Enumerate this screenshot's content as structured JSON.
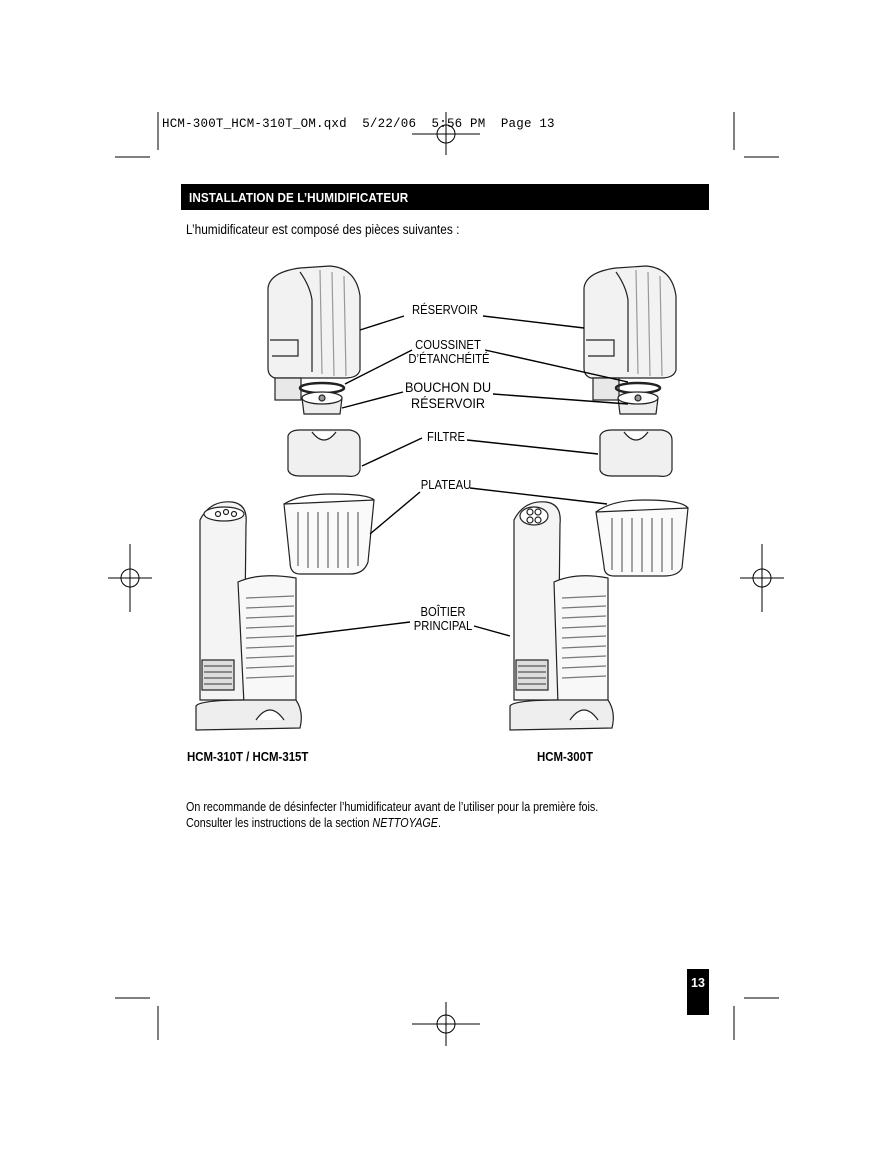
{
  "slug_line": "HCM-300T_HCM-310T_OM.qxd  5/22/06  5:56 PM  Page 13",
  "section_heading": "INSTALLATION DE L’HUMIDIFICATEUR",
  "intro_text": "L’humidificateur est composé des pièces suivantes :",
  "labels": {
    "reservoir": "RÉSERVOIR",
    "gasket_line1": "COUSSINET",
    "gasket_line2": "D’ÉTANCHÉITÉ",
    "cap_line1": "BOUCHON DU",
    "cap_line2": "RÉSERVOIR",
    "filter": "FILTRE",
    "tray": "PLATEAU",
    "base_line1": "BOÎTIER",
    "base_line2": "PRINCIPAL"
  },
  "models": {
    "left": "HCM-310T / HCM-315T",
    "right": "HCM-300T"
  },
  "notes": {
    "line1": "On recommande de désinfecter l’humidificateur avant de l’utiliser pour la première fois.",
    "line2_prefix": "Consulter les instructions de la section ",
    "line2_emph": "NETTOYAGE",
    "line2_suffix": "."
  },
  "page_number": "13"
}
